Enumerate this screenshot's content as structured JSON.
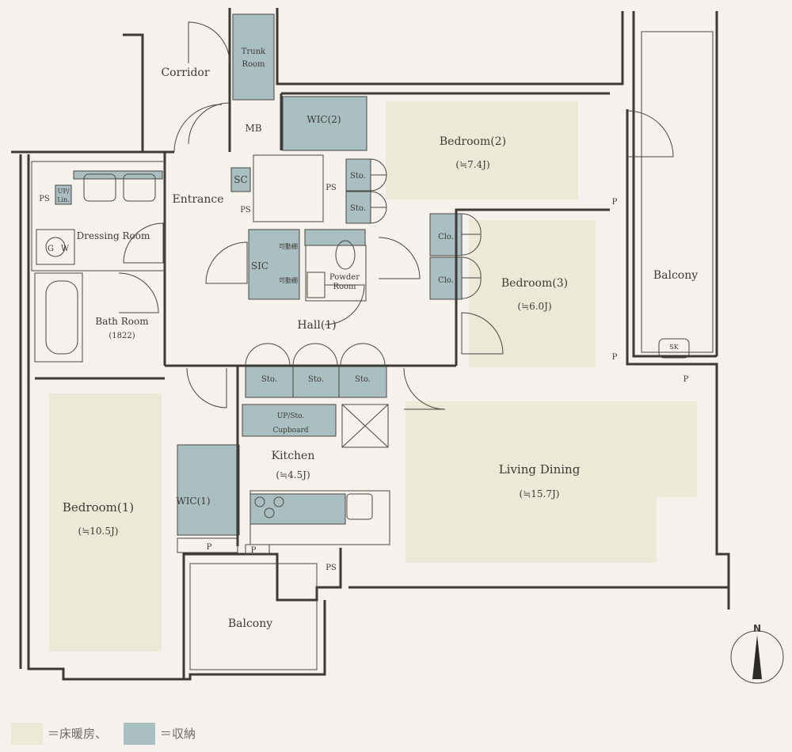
{
  "rooms": {
    "corridor": "Corridor",
    "trunk_room_line1": "Trunk",
    "trunk_room_line2": "Room",
    "mb": "MB",
    "wic2": "WIC(2)",
    "bedroom2": "Bedroom(2)",
    "bedroom2_size": "(≒7.4J)",
    "sc": "SC",
    "ps_entrance": "PS",
    "ps_small": "PS",
    "sto_a": "Sto.",
    "sto_b": "Sto.",
    "entrance": "Entrance",
    "ps_left": "PS",
    "uplin_line1": "UP/",
    "uplin_line2": "Lin.",
    "dressing_room": "Dressing Room",
    "gw_g": "G",
    "gw_w": "W",
    "sic": "SIC",
    "kadou1": "可動棚",
    "kadou2": "可動棚",
    "powder_line1": "Powder",
    "powder_line2": "Room",
    "clo_a": "Clo.",
    "clo_b": "Clo.",
    "bedroom3": "Bedroom(3)",
    "bedroom3_size": "(≒6.0J)",
    "balcony_right": "Balcony",
    "sk": "SK",
    "bath_room": "Bath Room",
    "bath_size": "(1822)",
    "hall1": "Hall(1)",
    "sto_1": "Sto.",
    "sto_2": "Sto.",
    "sto_3": "Sto.",
    "upsto": "UP/Sto.",
    "cupboard": "Cupboard",
    "kitchen": "Kitchen",
    "kitchen_size": "(≒4.5J)",
    "living_dining": "Living Dining",
    "living_size": "(≒15.7J)",
    "bedroom1": "Bedroom(1)",
    "bedroom1_size": "(≒10.5J)",
    "wic1": "WIC(1)",
    "p1": "P",
    "p2": "P",
    "p3": "P",
    "p4": "P",
    "p5": "P",
    "ps_kitchen": "PS",
    "balcony_bottom": "Balcony"
  },
  "compass": {
    "north": "N"
  },
  "legend": {
    "heated": "＝床暖房、",
    "storage": "＝収納"
  },
  "colors": {
    "background": "#f5f1ec",
    "floor_heating": "#ebead7",
    "storage": "#a9bfc1",
    "wall": "#3d3a36"
  }
}
